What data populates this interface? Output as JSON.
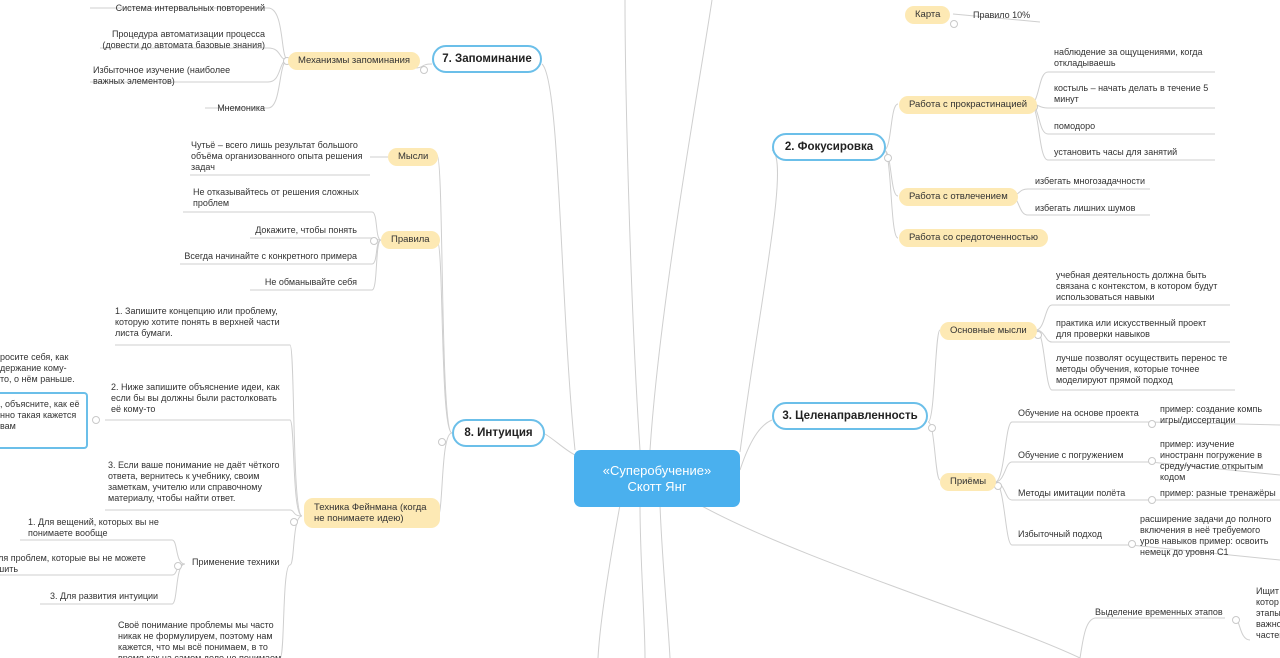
{
  "center": {
    "line1": "«Суперобучение»",
    "line2": "Скотт Янг"
  },
  "branches": {
    "memory": "7. Запоминание",
    "intuition": "8. Интуиция",
    "focus": "2. Фокусировка",
    "directness": "3. Целенаправленность"
  },
  "memory": {
    "group": "Механизмы запоминания",
    "items": [
      "Система интервальных повторений",
      "Процедура автоматизации процесса (довести до автомата базовые знания)",
      "Избыточное изучение (наиболее важных элементов)",
      "Мнемоника"
    ]
  },
  "thoughts": {
    "label": "Мысли",
    "item": "Чутьё – всего лишь результат большого объёма организованного опыта решения задач"
  },
  "rules": {
    "label": "Правила",
    "items": [
      "Не отказывайтесь от решения сложных проблем",
      "Докажите, чтобы понять",
      "Всегда начинайте с конкретного примера",
      "Не обманывайте себя"
    ]
  },
  "feynman": {
    "label": "Техника Фейнмана (когда не понимаете идею)",
    "steps": [
      "1. Запишите концепцию или проблему, которую хотите понять в верхней части листа бумаги.",
      "2. Ниже запишите объяснение идеи, как если бы вы должны были растолковать её кому-то",
      "3. Если ваше понимание не даёт  чёткого ответа, вернитесь к учебнику, своим заметкам, учителю или справочному материалу, чтобы найти ответ."
    ],
    "side_text_1": "росите себя, как держание кому-то, о нём раньше.",
    "side_text_2": ", объясните, как её нно такая кажется вам"
  },
  "application": {
    "label": "Применение техники",
    "items": [
      "1. Для вещений, которых вы не понимаете вообще",
      "Для проблем, которые вы не можете ешить",
      "3. Для развития интуиции"
    ],
    "note": "Своё понимание проблемы мы часто никак не формулируем, поэтому нам кажется, что мы всё понимаем, в то время как на самом деле не понимаем"
  },
  "focus": {
    "map": {
      "label": "Карта",
      "item": "Правило 10%"
    },
    "procrastination": {
      "label": "Работа с прокрастинацией",
      "items": [
        "наблюдение за ощущениями, когда откладываешь",
        "костыль – начать делать в течение 5 минут",
        "помодоро",
        "установить часы для занятий"
      ]
    },
    "distraction": {
      "label": "Работа с отвлечением",
      "items": [
        "избегать многозадачности",
        "избегать лишних шумов"
      ]
    },
    "concentration": {
      "label": "Работа со средоточенностью"
    }
  },
  "directness": {
    "main_ideas": {
      "label": "Основные мысли",
      "items": [
        "учебная деятельность должна быть связана с контекстом, в котором будут использоваться навыки",
        "практика или искусственный проект для проверки навыков",
        "лучше позволят осуществить перенос те методы обучения, которые точнее моделируют прямой подход"
      ]
    },
    "techniques": {
      "label": "Приёмы",
      "items": [
        {
          "name": "Обучение на основе проекта",
          "detail": "пример: создание компь игры/диссертации"
        },
        {
          "name": "Обучение с погружением",
          "detail": "пример: изучение иностранн погружение в среду/участие открытым кодом"
        },
        {
          "name": "Методы имитации полёта",
          "detail": "пример: разные тренажёры"
        },
        {
          "name": "Избыточный подход",
          "detail": "расширение задачи до полного включения в неё требуемого уров навыков пример: освоить немецк до уровня С1"
        }
      ]
    }
  },
  "time": {
    "label": "Выделение временных этапов",
    "detail": "Ищит котор этапы важно частей"
  },
  "colors": {
    "branch_border": "#6bbfe9",
    "center_fill": "#4ab0ee",
    "topic_fill": "#fde9b4",
    "line": "#cfcfcf"
  }
}
